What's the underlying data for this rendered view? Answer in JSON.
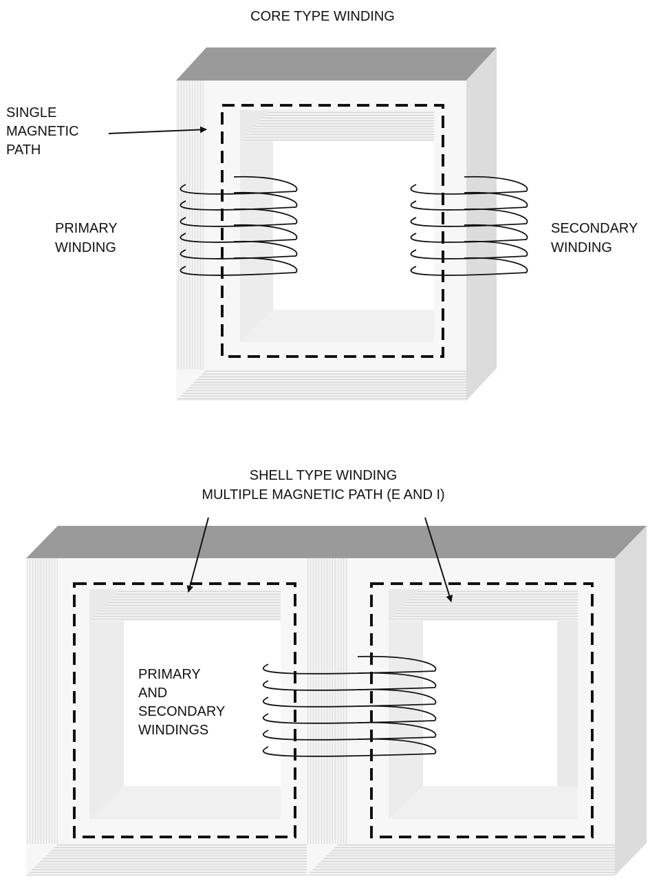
{
  "core_diagram": {
    "title": "CORE TYPE WINDING",
    "path_label": [
      "SINGLE",
      "MAGNETIC",
      "PATH"
    ],
    "primary_label": [
      "PRIMARY",
      "WINDING"
    ],
    "secondary_label": [
      "SECONDARY",
      "WINDING"
    ]
  },
  "shell_diagram": {
    "title_lines": [
      "SHELL TYPE WINDING",
      "MULTIPLE MAGNETIC PATH (E AND I)"
    ],
    "windings_label": [
      "PRIMARY",
      "AND",
      "SECONDARY",
      "WINDINGS"
    ]
  },
  "colors": {
    "core_top": "#9a9a9a",
    "core_side": "#dcdcdc",
    "core_face": "#f6f6f6",
    "inner_shade": "#e4e4e4",
    "line": "#111111"
  }
}
